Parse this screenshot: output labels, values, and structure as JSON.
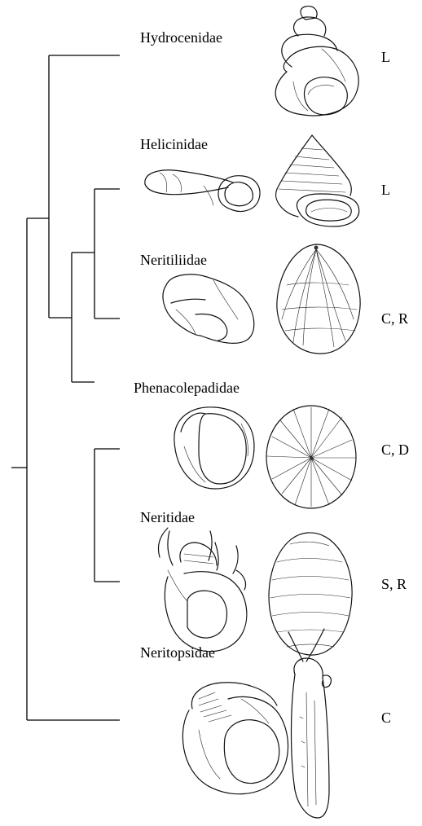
{
  "taxa": [
    {
      "name": "Hydrocenidae",
      "habitat": "L"
    },
    {
      "name": "Helicinidae",
      "habitat": "L"
    },
    {
      "name": "Neritiliidae",
      "habitat": "C, R"
    },
    {
      "name": "Phenacolepadidae",
      "habitat": "C, D"
    },
    {
      "name": "Neritidae",
      "habitat": "S, R"
    },
    {
      "name": "Neritopsidae",
      "habitat": "C"
    }
  ],
  "tree": {
    "type": "rectangular-cladogram",
    "topology": "(Neritopsidae,(Hydrocenidae,((Helicinidae,Neritiliidae),(Phenacolepadidae,Neritidae))))"
  },
  "illustrations": [
    {
      "taxon": "Hydrocenidae",
      "icons": [
        "conical-snail-shell-icon"
      ]
    },
    {
      "taxon": "Helicinidae",
      "icons": [
        "shell-top-view-icon",
        "trochiform-shell-icon"
      ]
    },
    {
      "taxon": "Neritiliidae",
      "icons": [
        "nerite-shell-apertural-icon",
        "ribbed-oval-shell-icon"
      ]
    },
    {
      "taxon": "Phenacolepadidae",
      "icons": [
        "limpet-underside-icon",
        "radial-limpet-shell-icon"
      ]
    },
    {
      "taxon": "Neritidae",
      "icons": [
        "snail-with-tentacles-icon",
        "banded-oval-shell-icon"
      ]
    },
    {
      "taxon": "Neritopsidae",
      "icons": [
        "neritopsid-shell-icon",
        "slug-animal-icon"
      ]
    }
  ]
}
